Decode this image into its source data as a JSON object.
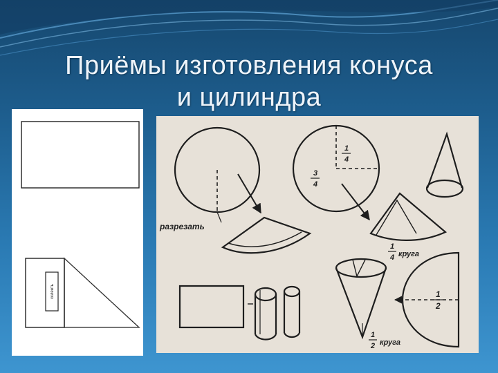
{
  "slide": {
    "title_line1": "Приёмы изготовления конуса",
    "title_line2": "и цилиндра"
  },
  "left_panel": {
    "tab_label": "склеить"
  },
  "right_panel": {
    "cut_label": "разрезать",
    "quarter_num": "1",
    "quarter_den": "4",
    "three_quarter_num": "3",
    "three_quarter_den": "4",
    "quarter_circle_label": "круга",
    "quarter_circle_num": "1",
    "quarter_circle_den": "4",
    "half_num": "1",
    "half_den": "2",
    "half_circle_label": "круга",
    "half_circle_num": "1",
    "half_circle_den": "2"
  },
  "colors": {
    "background_top": "#16476e",
    "background_bottom": "#3e95d0",
    "title_text": "#eef4fa",
    "drawing_ink": "#1e1e1e",
    "paper_right": "#e7e1d8"
  }
}
